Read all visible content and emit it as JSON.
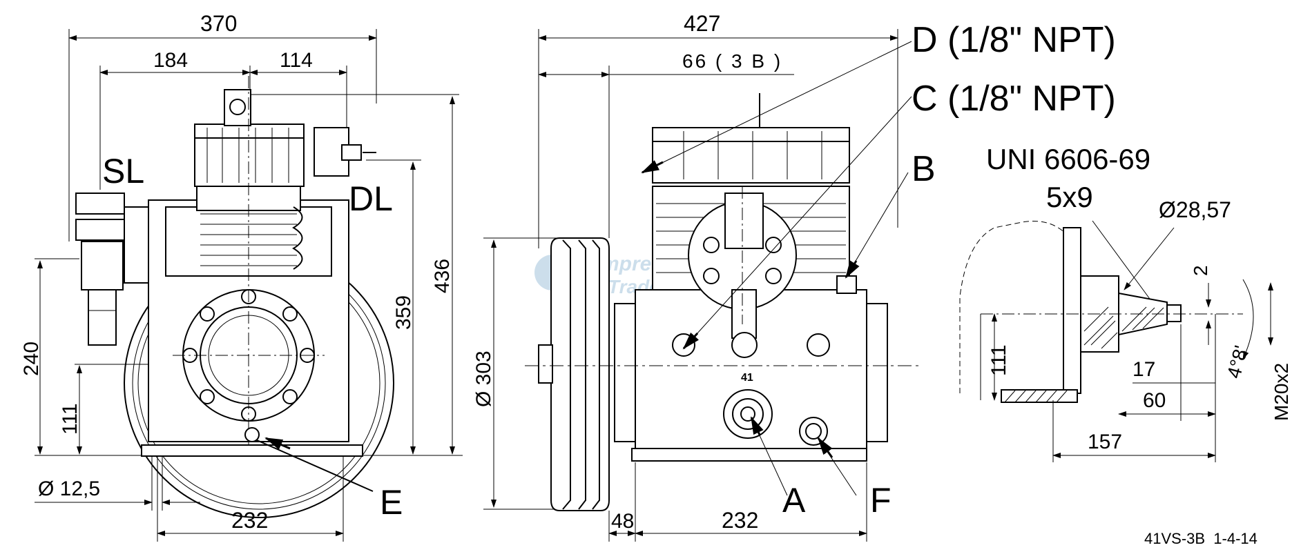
{
  "drawing_code": "41VS-3B  1-4-14",
  "watermark": {
    "line1": "Compressor",
    "line2": "Trade"
  },
  "front_view": {
    "dims": {
      "overall_width": "370",
      "left_width": "184",
      "right_width": "114",
      "base_width": "232",
      "height_total": "436",
      "height_dl": "359",
      "height_sl": "240",
      "shaft_height": "111",
      "mount_hole": "Ø 12,5"
    },
    "labels": {
      "sl": "SL",
      "dl": "DL",
      "e": "E"
    }
  },
  "side_view": {
    "dims": {
      "overall_length": "427",
      "pulley_note": "66 ( 3 B )",
      "pulley_diameter": "Ø 303",
      "offset": "48",
      "base_width": "232"
    },
    "labels": {
      "d": "D (1/8\" NPT)",
      "c": "C (1/8\" NPT)",
      "b": "B",
      "a": "A",
      "f": "F",
      "model": "41"
    }
  },
  "shaft_detail": {
    "standard": "UNI 6606-69",
    "key": "5x9",
    "diameter": "Ø28,57",
    "dims": {
      "two": "2",
      "height": "111",
      "seventeen": "17",
      "sixty": "60",
      "one_fifty_seven": "157",
      "taper": "4°8'",
      "thread": "M20x2"
    }
  }
}
